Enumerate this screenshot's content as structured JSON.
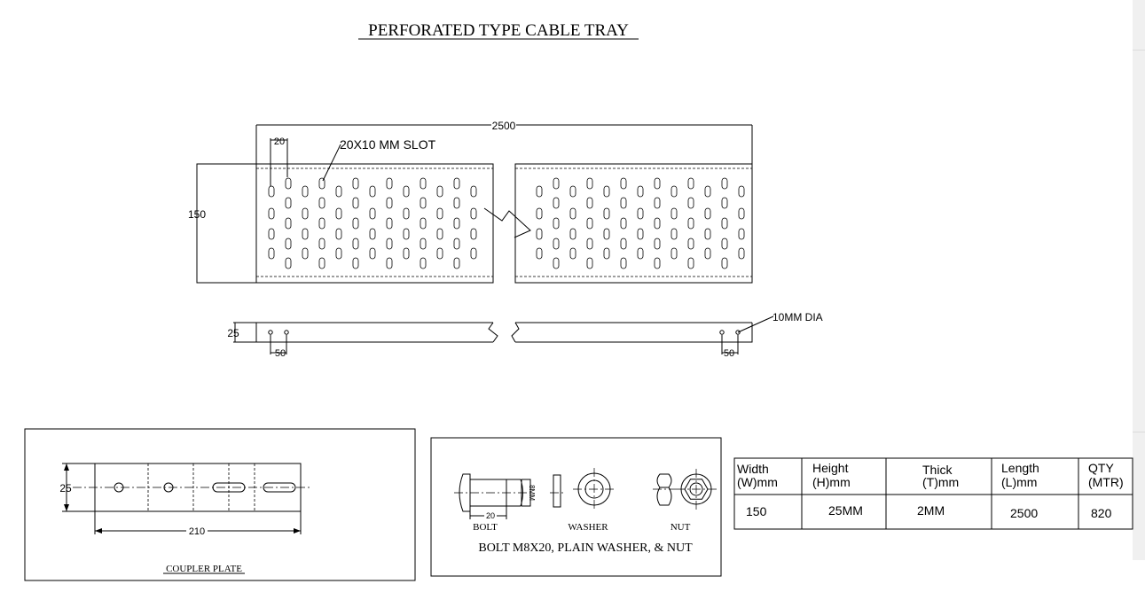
{
  "drawing": {
    "title": "PERFORATED TYPE CABLE TRAY",
    "top_view": {
      "length_label": "2500",
      "width_label": "150",
      "pitch_label": "20",
      "slot_label": "20X10 MM SLOT"
    },
    "side_view": {
      "height_label": "25",
      "hole_pitch_left": "50",
      "hole_pitch_right": "50",
      "hole_label": "10MM DIA"
    },
    "coupler": {
      "height_label": "25",
      "length_label": "210",
      "caption": "COUPLER PLATE"
    },
    "hardware": {
      "bolt_dia_label": "8MM",
      "bolt_length_label": "20",
      "bolt_label": "BOLT",
      "washer_label": "WASHER",
      "nut_label": "NUT",
      "caption": "BOLT M8X20, PLAIN WASHER,  & NUT"
    }
  },
  "spec_table": {
    "headers": [
      [
        "Width",
        "(W)mm"
      ],
      [
        "Height",
        "(H)mm"
      ],
      [
        "Thick",
        "(T)mm"
      ],
      [
        "Length",
        "(L)mm"
      ],
      [
        "QTY",
        "(MTR)"
      ]
    ],
    "row": [
      "150",
      "25MM",
      "2MM",
      "2500",
      "820"
    ]
  }
}
